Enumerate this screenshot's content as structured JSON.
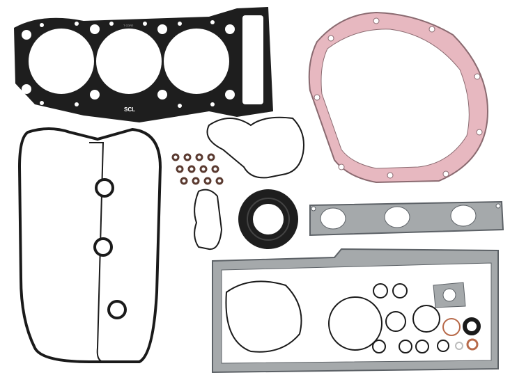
{
  "image": {
    "subject": "Engine gasket kit laid out on white background",
    "head_gasket_markings": {
      "part_code": "T CDR2",
      "brand": "SCL"
    },
    "valve_stem_seal_count": 12,
    "colors": {
      "background": "#ffffff",
      "black_gasket": "#1e1e1e",
      "pink_cover_gasket": "#e7b8c0",
      "pink_outline": "#8a6a70",
      "gray_gasket": "#a5a9ab",
      "gray_outline": "#5c6166",
      "oring_black": "#1a1a1a",
      "oring_copper": "#b86a4a",
      "valve_seal": "#5a3a30"
    }
  }
}
